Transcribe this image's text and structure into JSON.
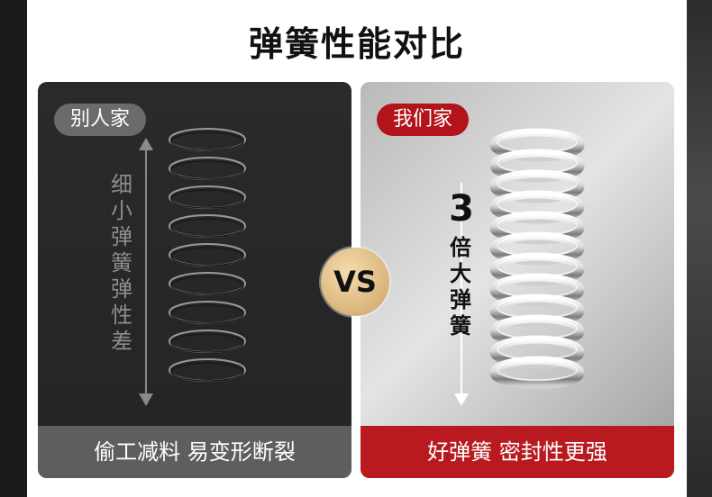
{
  "title": "弹簧性能对比",
  "left": {
    "tag": "别人家",
    "side_text": [
      "细",
      "小",
      "弹",
      "簧",
      "弹",
      "性",
      "差"
    ],
    "footer": "偷工减料 易变形断裂"
  },
  "vs": "VS",
  "right": {
    "tag": "我们家",
    "number": "3",
    "side_text": [
      "倍",
      "大",
      "弹",
      "簧"
    ],
    "footer": "好弹簧 密封性更强"
  },
  "colors": {
    "tag_left": "#6b6b6b",
    "tag_right": "#b3141b",
    "footer_left": "#5e5e5e",
    "footer_right": "#b81a20",
    "vs_badge": "#d9b47a"
  }
}
